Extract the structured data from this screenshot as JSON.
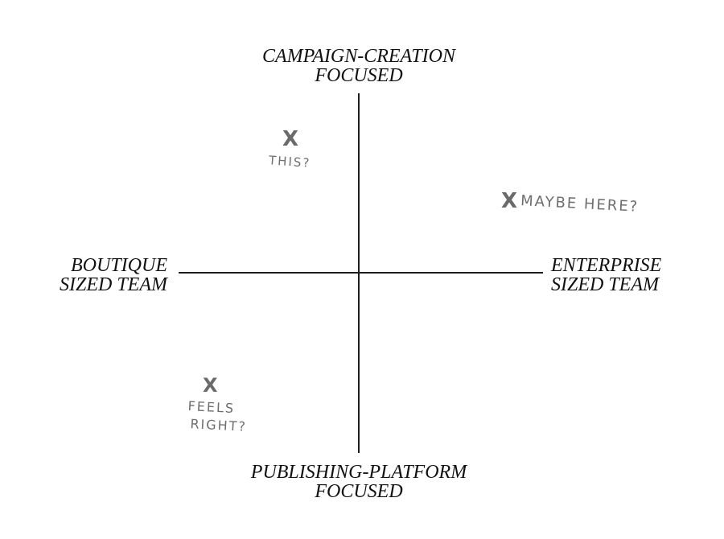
{
  "axes": {
    "top": [
      "CAMPAIGN-CREATION",
      "FOCUSED"
    ],
    "bottom": [
      "PUBLISHING-PLATFORM",
      "FOCUSED"
    ],
    "left": [
      "BOUTIQUE",
      "SIZED TEAM"
    ],
    "right": [
      "ENTERPRISE",
      "SIZED TEAM"
    ]
  },
  "annotations": {
    "this": {
      "mark": "X",
      "note": "THIS?"
    },
    "maybe": {
      "mark": "X",
      "note": "MAYBE HERE?"
    },
    "feels": {
      "mark": "X",
      "note": [
        "FEELS",
        "RIGHT?"
      ]
    }
  },
  "colors": {
    "axis": "#1e1e1e",
    "label_text": "#111111",
    "handwriting": "#6f6f6f"
  }
}
